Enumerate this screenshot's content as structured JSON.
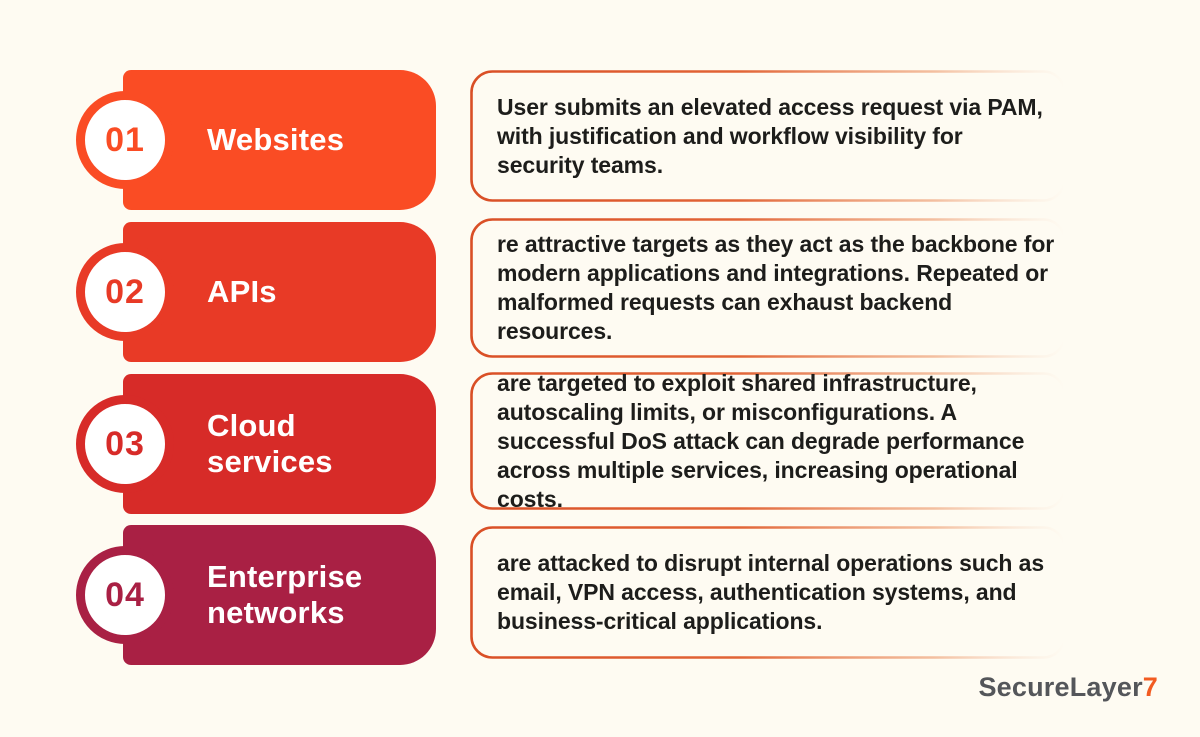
{
  "page": {
    "background_color": "#FEFBF2",
    "text_color": "#1D1D1B",
    "border_accent_color": "#DD5226"
  },
  "rows": [
    {
      "number": "01",
      "label": "Websites",
      "color": "#FA4C24",
      "description": "User submits an elevated access request via PAM, with justification and workflow visibility for security teams."
    },
    {
      "number": "02",
      "label": "APIs",
      "color": "#E83A26",
      "description": "re attractive targets as they act as the backbone for modern applications and integrations. Repeated or malformed requests can exhaust backend resources."
    },
    {
      "number": "03",
      "label": "Cloud services",
      "color": "#D72B28",
      "description": "are targeted to exploit shared infrastructure, autoscaling limits, or misconfigurations. A successful DoS attack can degrade performance across multiple services, increasing operational costs."
    },
    {
      "number": "04",
      "label": "Enterprise networks",
      "color": "#A92044",
      "description": "are attacked to disrupt internal operations such as email, VPN access, authentication systems, and business-critical applications."
    }
  ],
  "logo": {
    "brand": "SecureLayer",
    "accent": "7",
    "brand_color": "#54565A",
    "accent_color": "#F25B21"
  }
}
